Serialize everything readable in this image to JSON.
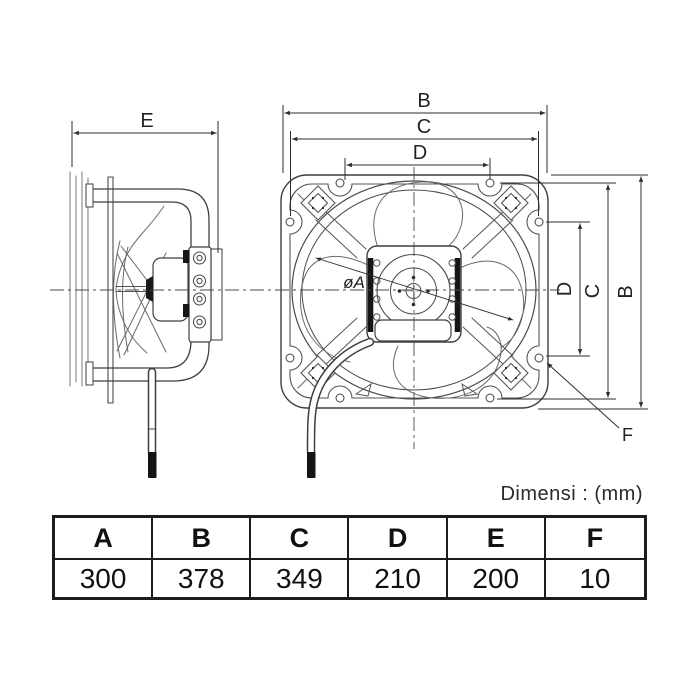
{
  "note": {
    "units_label": "Dimensi : (mm)"
  },
  "drawing": {
    "labels": {
      "b": "B",
      "c": "C",
      "d": "D",
      "e": "E",
      "f": "F",
      "a_diameter": "øA"
    }
  },
  "table": {
    "headers": [
      "A",
      "B",
      "C",
      "D",
      "E",
      "F"
    ],
    "values": [
      "300",
      "378",
      "349",
      "210",
      "200",
      "10"
    ]
  }
}
